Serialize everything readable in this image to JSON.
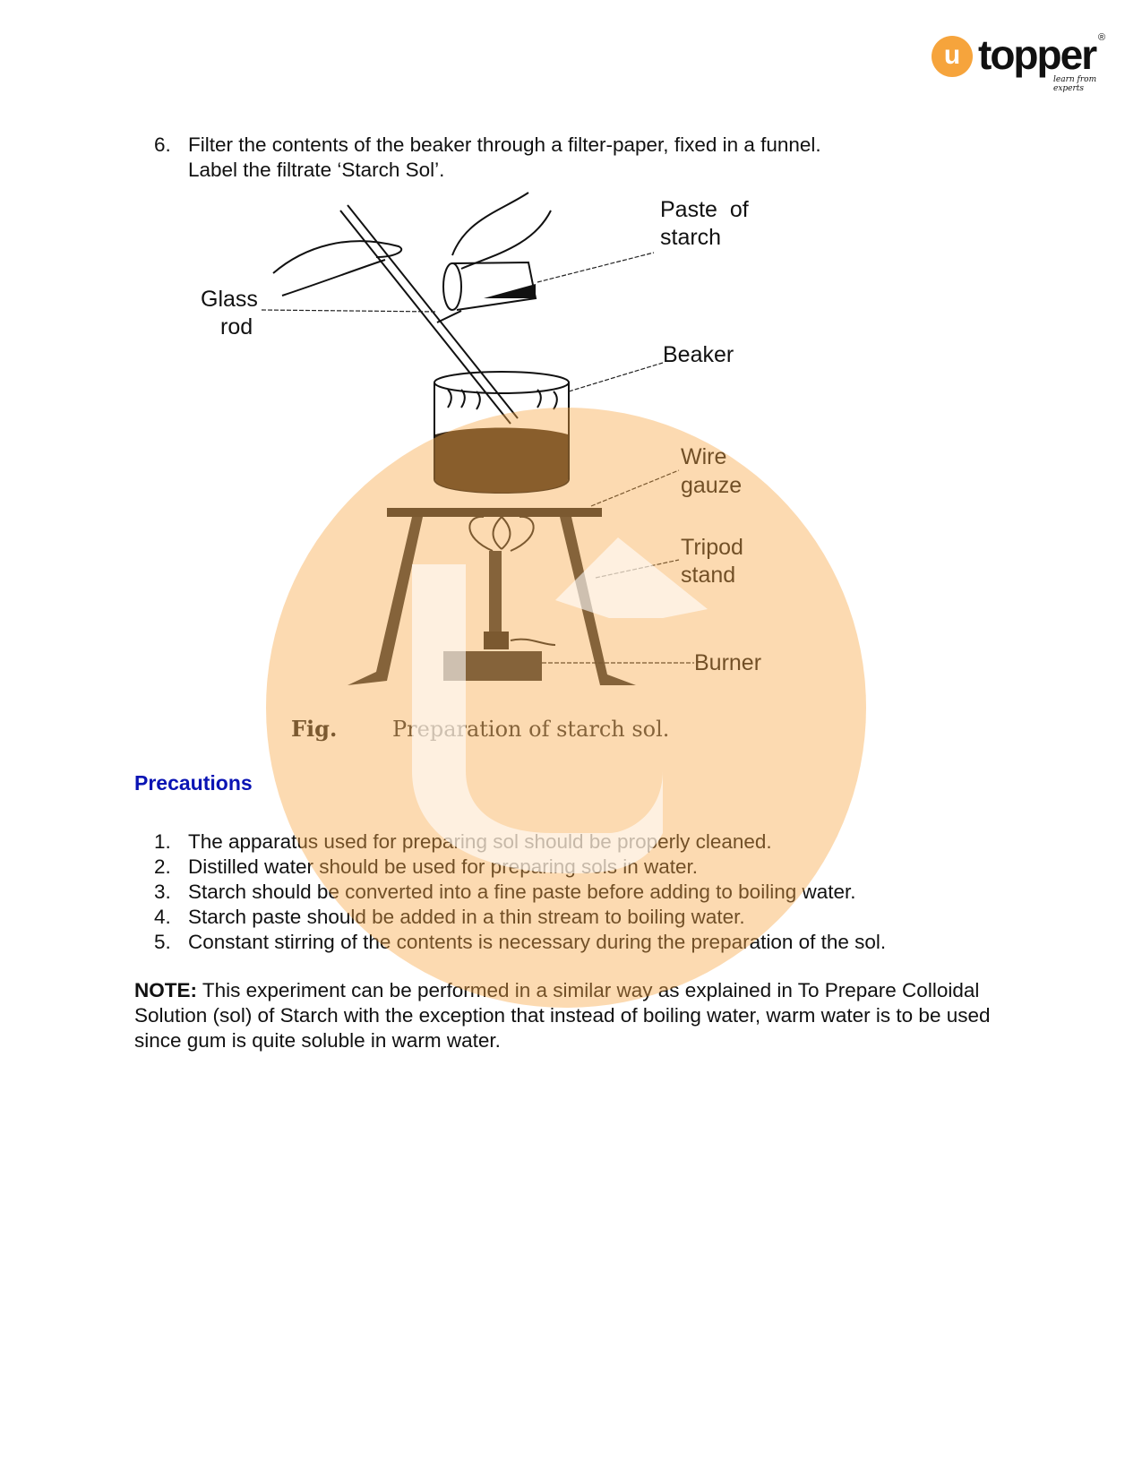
{
  "logo": {
    "mark": "u",
    "word": "topper",
    "tagline": "learn from experts",
    "reg": "®"
  },
  "step6": {
    "number": "6.",
    "line1": "Filter the contents of the beaker through a filter-paper, fixed in a funnel.",
    "line2": "Label the filtrate ‘Starch Sol’."
  },
  "figure": {
    "labels": {
      "paste1": "Paste  of",
      "paste2": "starch",
      "glass": "Glass",
      "rod": "rod",
      "beaker": "Beaker",
      "wire": "Wire",
      "gauze": "gauze",
      "tripod": "Tripod",
      "stand": "stand",
      "burner": "Burner"
    },
    "caption_prefix": "Fig.",
    "caption": "Preparation of starch sol."
  },
  "precautions": {
    "heading": "Precautions",
    "items": [
      {
        "n": "1.",
        "text": "The apparatus used for preparing sol should be properly cleaned."
      },
      {
        "n": "2.",
        "text": "Distilled water should be used for preparing sols in water."
      },
      {
        "n": "3.",
        "text": "Starch should be converted into a fine paste before adding to boiling water."
      },
      {
        "n": "4.",
        "text": "Starch paste should be added in a thin stream to boiling water."
      },
      {
        "n": "5.",
        "text": "Constant stirring of the contents is necessary during the preparation of the sol."
      }
    ]
  },
  "note": {
    "label": "NOTE:",
    "text": " This experiment can be performed in a similar way as explained in To Prepare Colloidal Solution (sol) of Starch with the exception that instead of boiling water, warm water is to be used since gum is quite soluble in warm water."
  },
  "colors": {
    "accent": "#f6a43c",
    "heading": "#0a14b4"
  }
}
